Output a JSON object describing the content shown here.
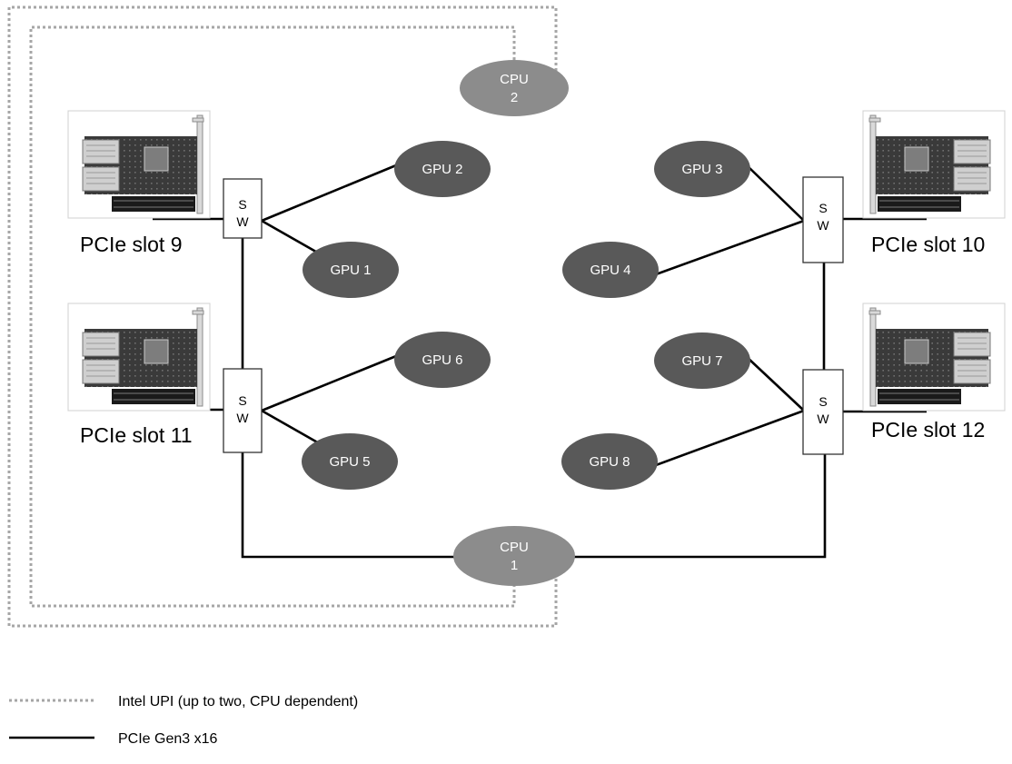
{
  "nodes": {
    "cpu1": {
      "line1": "CPU",
      "line2": "1"
    },
    "cpu2": {
      "line1": "CPU",
      "line2": "2"
    },
    "gpus": {
      "gpu1": "GPU 1",
      "gpu2": "GPU 2",
      "gpu3": "GPU 3",
      "gpu4": "GPU 4",
      "gpu5": "GPU 5",
      "gpu6": "GPU 6",
      "gpu7": "GPU 7",
      "gpu8": "GPU 8"
    },
    "switch": {
      "line1": "S",
      "line2": "W"
    }
  },
  "slots": {
    "slot9": "PCIe slot 9",
    "slot10": "PCIe slot 10",
    "slot11": "PCIe slot 11",
    "slot12": "PCIe slot 12"
  },
  "legend": {
    "upi": "Intel UPI (up to two, CPU dependent)",
    "pcie": "PCIe Gen3 x16"
  },
  "colors": {
    "gpu_fill": "#595959",
    "cpu_fill": "#8c8c8c",
    "pcie_link": "#000000",
    "upi_link": "#a6a6a6"
  }
}
